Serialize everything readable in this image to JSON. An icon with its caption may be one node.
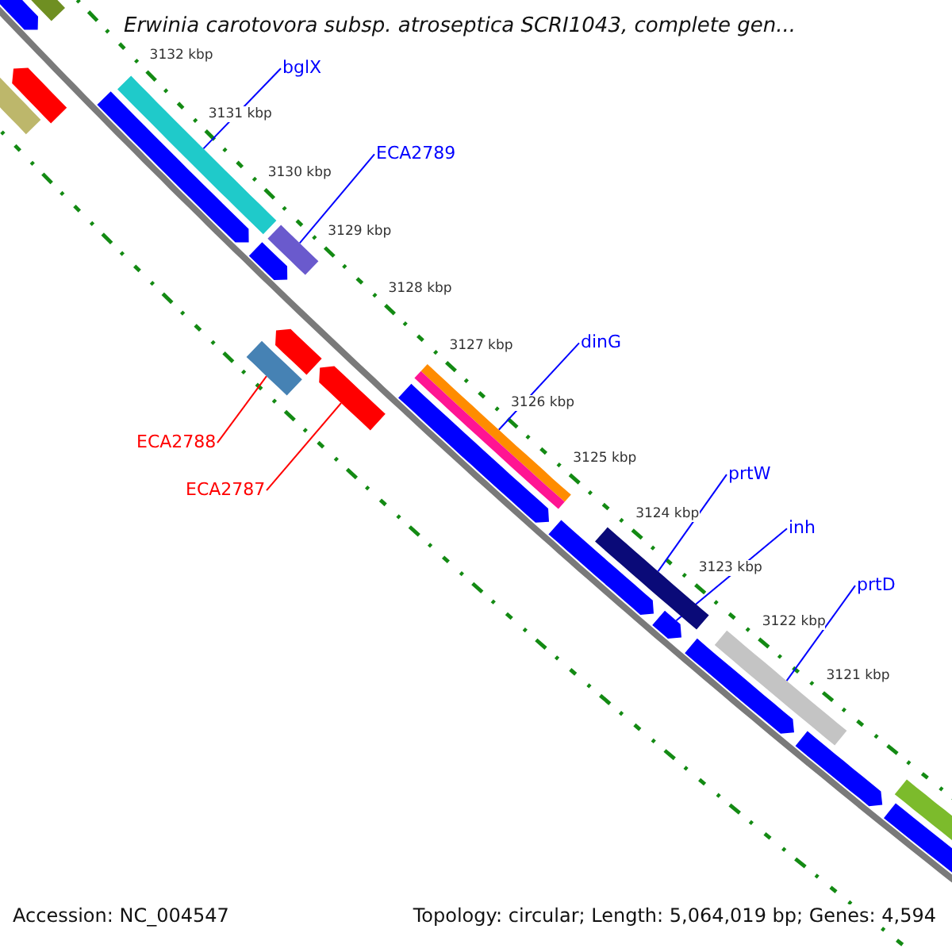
{
  "diagram": {
    "title": "Erwinia carotovora subsp. atroseptica SCRI1043, complete gen...",
    "nodes": [
      {
        "text": [
          "bglX"
        ]
      },
      {
        "text": [
          "ECA2789"
        ]
      },
      {
        "text": [
          "dinG"
        ]
      },
      {
        "text": [
          "prtW"
        ]
      },
      {
        "text": [
          "inh"
        ]
      },
      {
        "text": [
          "prtD"
        ]
      },
      {
        "text": [
          "ECA2788"
        ]
      },
      {
        "text": [
          "ECA2787"
        ]
      },
      {
        "text": [],
        "shape": "bar"
      },
      {
        "text": [],
        "shape": "bar"
      },
      {
        "text": [],
        "shape": "bar"
      },
      {
        "text": [],
        "shape": "bar"
      },
      {
        "text": [],
        "shape": "bar"
      },
      {
        "text": [],
        "shape": "bar"
      },
      {
        "text": [],
        "shape": "bar"
      },
      {
        "text": [],
        "shape": "bar"
      },
      {
        "text": [],
        "shape": "bar"
      },
      {
        "text": [],
        "shape": "bar"
      },
      {
        "text": [],
        "shape": "bar"
      },
      {
        "text": [],
        "shape": "bar"
      },
      {
        "text": [],
        "shape": "bar"
      },
      {
        "text": [],
        "shape": "bar"
      },
      {
        "text": [],
        "shape": "bar"
      },
      {
        "text": [],
        "shape": "bar"
      },
      {
        "text": [],
        "shape": "bar"
      },
      {
        "text": [],
        "shape": "bar"
      },
      {
        "text": [],
        "shape": "bar"
      },
      {
        "text": [],
        "shape": "bar"
      },
      {
        "text": [],
        "shape": "bar"
      },
      {
        "text": [],
        "shape": "bar"
      }
    ],
    "edges": [
      {
        "from": 0,
        "to": 8,
        "arrow": "none"
      },
      {
        "from": 1,
        "to": 9,
        "arrow": "none"
      },
      {
        "from": 2,
        "to": 10,
        "arrow": "none"
      },
      {
        "from": 3,
        "to": 11,
        "arrow": "none"
      },
      {
        "from": 4,
        "to": 12,
        "arrow": "none"
      },
      {
        "from": 5,
        "to": 13,
        "arrow": "none"
      },
      {
        "from": 6,
        "to": 14,
        "arrow": "none",
        "color": "#ff0000"
      },
      {
        "from": 7,
        "to": 15,
        "arrow": "none",
        "color": "#ff0000"
      }
    ],
    "labels": [
      "3132 kbp",
      "3131 kbp",
      "3130 kbp",
      "3129 kbp",
      "3128 kbp",
      "3127 kbp",
      "3126 kbp",
      "3125 kbp",
      "3124 kbp",
      "3123 kbp",
      "3122 kbp",
      "3121 kbp",
      "Accession: NC_004547",
      "Topology: circular; Length: 5,064,019 bp; Genes: 4,594"
    ]
  }
}
